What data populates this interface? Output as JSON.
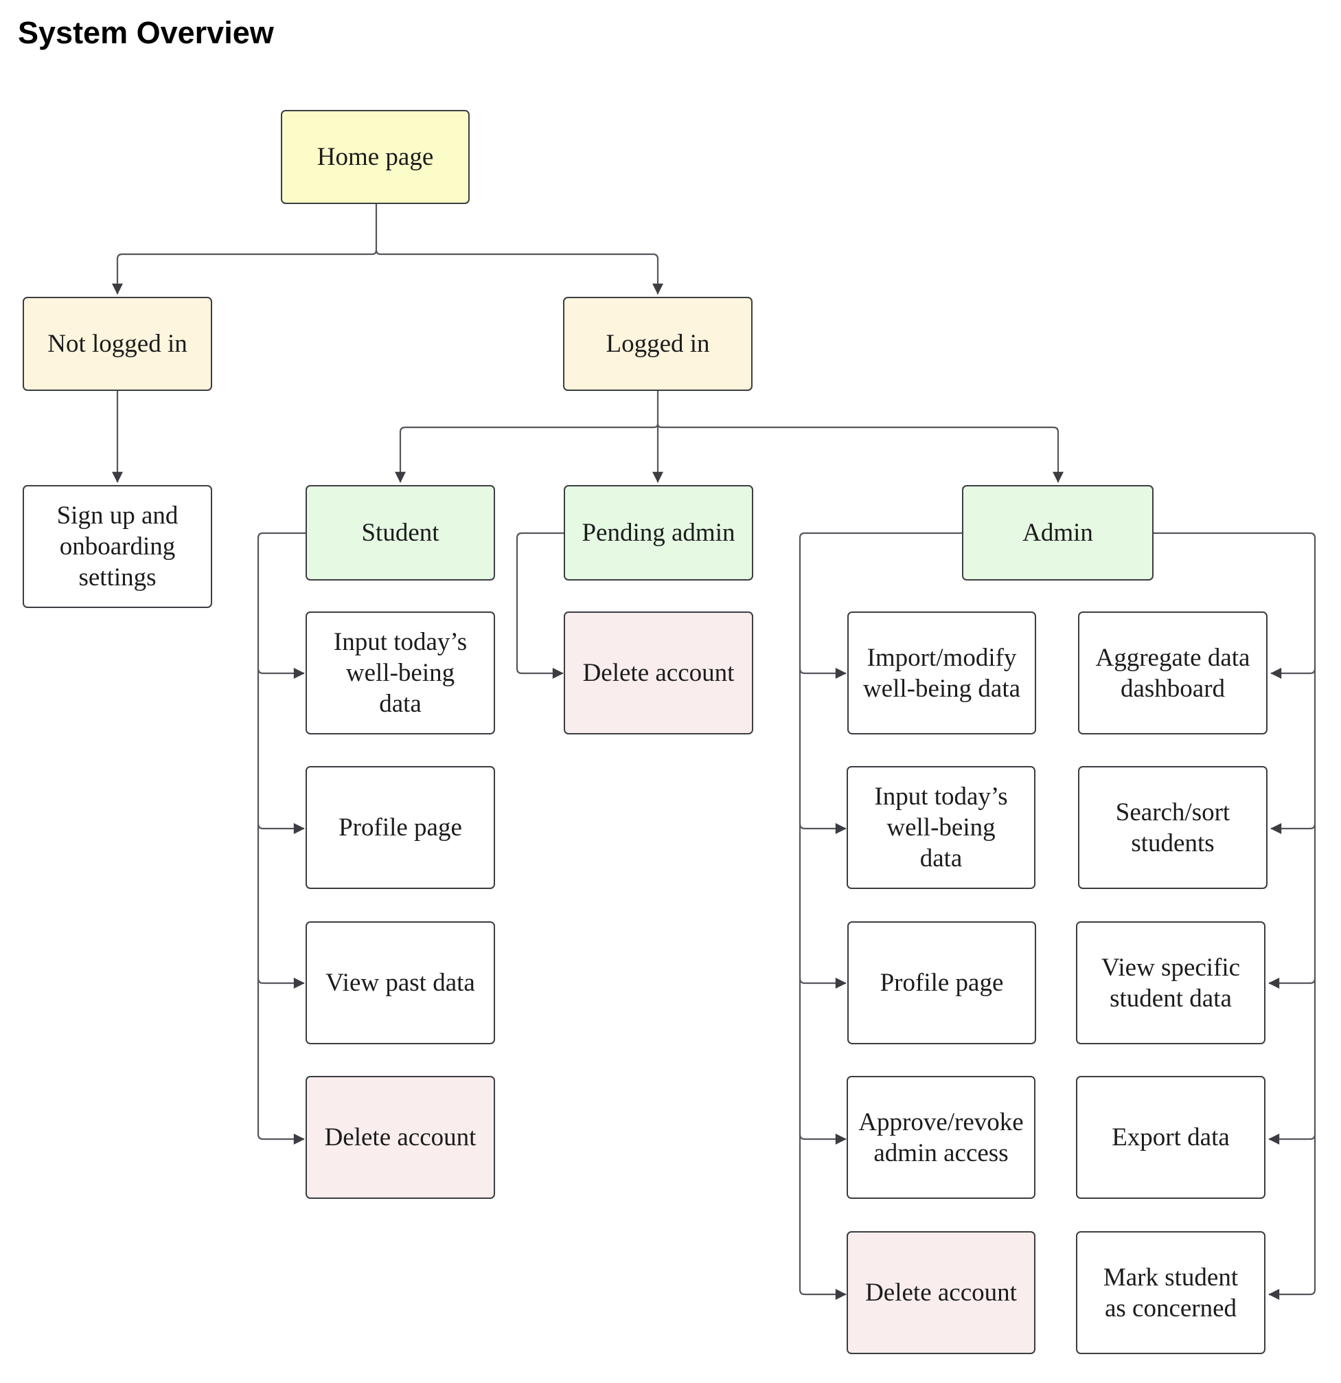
{
  "title": "System Overview",
  "colors": {
    "home": "#fcfcc9",
    "auth_state": "#fdf5dd",
    "role": "#e5f9e3",
    "danger": "#f9eded",
    "default": "#ffffff",
    "line": "#3c3d42"
  },
  "nodes": {
    "home": "Home page",
    "not_logged_in": "Not logged in",
    "logged_in": "Logged in",
    "signup": "Sign up and onboarding settings",
    "student": "Student",
    "pending_admin": "Pending admin",
    "admin": "Admin",
    "student_input": "Input today’s well-being data",
    "student_profile": "Profile page",
    "student_past": "View past data",
    "student_delete": "Delete account",
    "pending_delete": "Delete account",
    "admin_import": "Import/modify well-being data",
    "admin_input": "Input today’s well-being data",
    "admin_profile": "Profile page",
    "admin_approve": "Approve/revoke admin access",
    "admin_delete": "Delete account",
    "admin_dashboard": "Aggregate data dashboard",
    "admin_search": "Search/sort students",
    "admin_view_student": "View specific student data",
    "admin_export": "Export data",
    "admin_mark": "Mark student as concerned"
  }
}
